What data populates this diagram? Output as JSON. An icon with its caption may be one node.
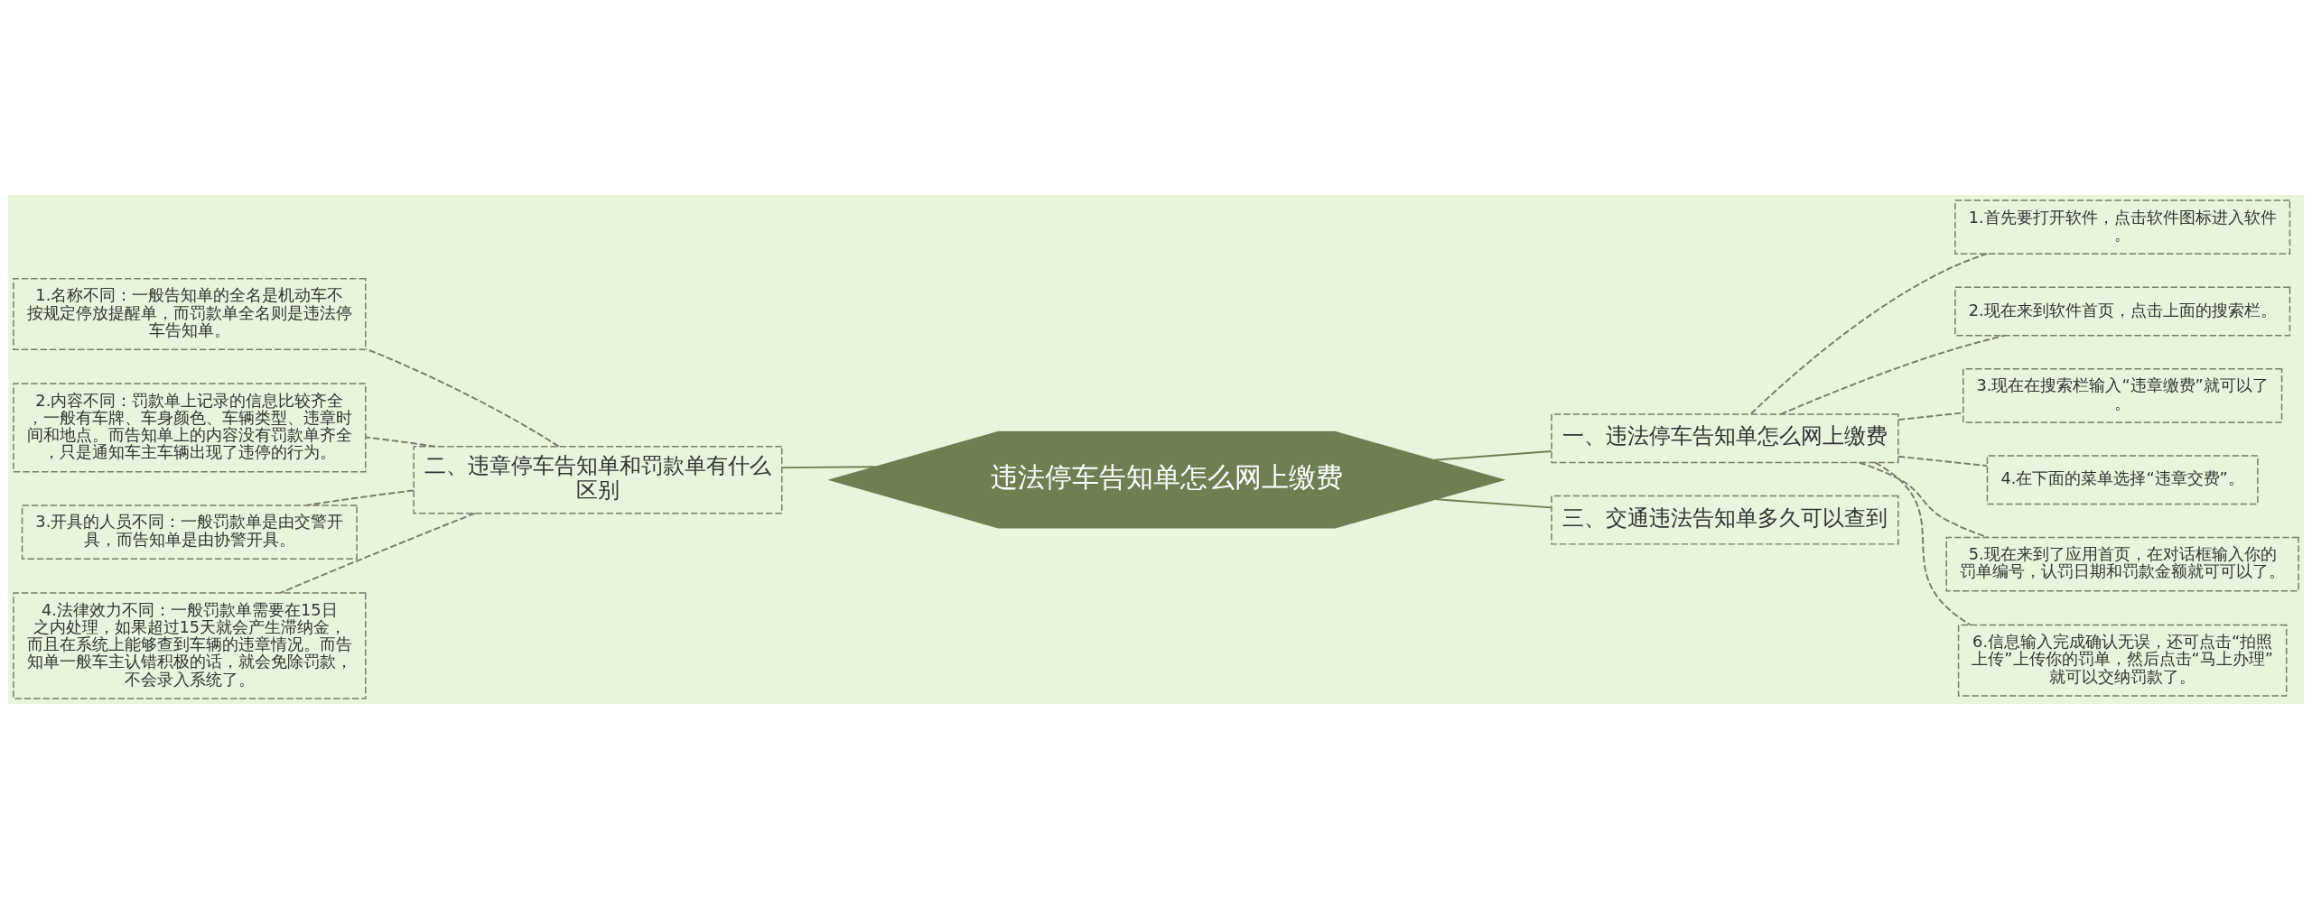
{
  "diagram": {
    "nodes": [
      {
        "text": [
          "违法停车告知单怎么网上缴费"
        ]
      },
      {
        "text": [
          "一、违法停车告知单怎么网上缴费"
        ]
      },
      {
        "text": [
          "1.首先要打开软件，点击软件图标进入软件。"
        ]
      },
      {
        "text": [
          "2.现在来到软件首页，点击上面的搜索栏。"
        ]
      },
      {
        "text": [
          "3.现在在搜索栏输入“违章缴费”就可以了。"
        ]
      },
      {
        "text": [
          "4.在下面的菜单选择“违章交费”。"
        ]
      },
      {
        "text": [
          "5.现在来到了应用首页，在对话框输入你的罚单编号，认罚日期和罚款金额就可可以了。"
        ]
      },
      {
        "text": [
          "6.信息输入完成确认无误，还可点击“拍照上传”上传你的罚单，然后点击“马上办理”就可以交纳罚款了。"
        ]
      },
      {
        "text": [
          "三、交通违法告知单多久可以查到"
        ]
      },
      {
        "text": [
          "二、违章停车告知单和罚款单有什么区别"
        ]
      },
      {
        "text": [
          "1.名称不同：一般告知单的全名是机动车不按规定停放提醒单，而罚款单全名则是违法停车告知单。"
        ]
      },
      {
        "text": [
          "2.内容不同：罚款单上记录的信息比较齐全，一般有车牌、车身颜色、车辆类型、违章时间和地点。而告知单上的内容没有罚款单齐全，只是通知车主车辆出现了违停的行为。"
        ]
      },
      {
        "text": [
          "3.开具的人员不同：一般罚款单是由交警开具，而告知单是由协警开具。"
        ]
      },
      {
        "text": [
          "4.法律效力不同：一般罚款单需要在15日之内处理，如果超过15天就会产生滞纳金，而且在系统上能够查到车辆的违章情况。而告知单一般车主认错积极的话，就会免除罚款，不会录入系统了。"
        ]
      }
    ],
    "edges": [
      {
        "from": 0,
        "to": 1,
        "arrow": "none"
      },
      {
        "from": 1,
        "to": 2,
        "arrow": "none",
        "style": "dashed"
      },
      {
        "from": 1,
        "to": 3,
        "arrow": "none",
        "style": "dashed"
      },
      {
        "from": 1,
        "to": 4,
        "arrow": "none",
        "style": "dashed"
      },
      {
        "from": 1,
        "to": 5,
        "arrow": "none",
        "style": "dashed"
      },
      {
        "from": 1,
        "to": 6,
        "arrow": "none",
        "style": "dashed"
      },
      {
        "from": 1,
        "to": 7,
        "arrow": "none",
        "style": "dashed"
      },
      {
        "from": 0,
        "to": 8,
        "arrow": "none"
      },
      {
        "from": 0,
        "to": 9,
        "arrow": "none"
      },
      {
        "from": 9,
        "to": 10,
        "arrow": "none",
        "style": "dashed"
      },
      {
        "from": 9,
        "to": 11,
        "arrow": "none",
        "style": "dashed"
      },
      {
        "from": 9,
        "to": 12,
        "arrow": "none",
        "style": "dashed"
      },
      {
        "from": 9,
        "to": 13,
        "arrow": "none",
        "style": "dashed"
      }
    ]
  }
}
